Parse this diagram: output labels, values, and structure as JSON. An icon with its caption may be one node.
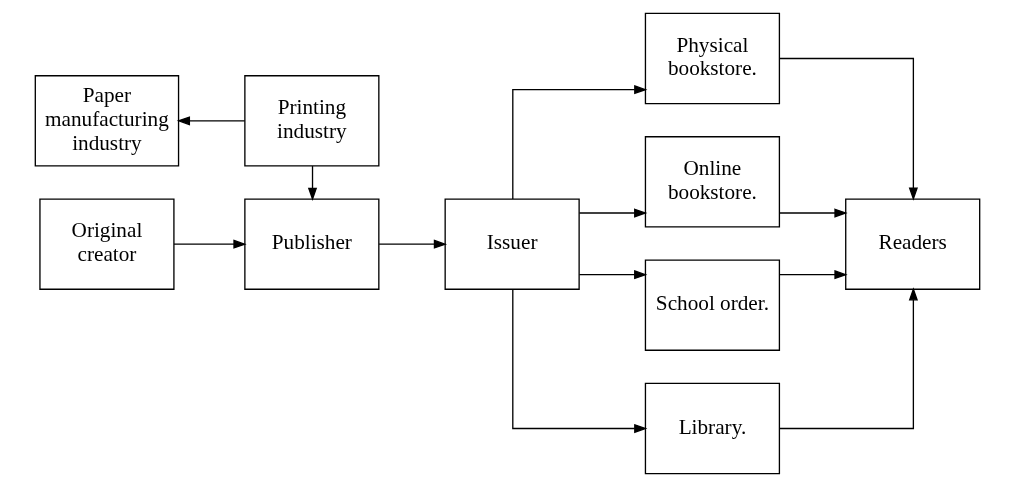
{
  "diagram": {
    "nodes": [
      {
        "text": [
          "Paper manufacturing industry"
        ]
      },
      {
        "text": [
          "Printing industry"
        ]
      },
      {
        "text": [
          "Original creator"
        ]
      },
      {
        "text": [
          "Publisher"
        ]
      },
      {
        "text": [
          "Issuer"
        ]
      },
      {
        "text": [
          "Physical bookstore."
        ]
      },
      {
        "text": [
          "Online bookstore."
        ]
      },
      {
        "text": [
          "School order."
        ]
      },
      {
        "text": [
          "Library."
        ]
      },
      {
        "text": [
          "Readers"
        ]
      }
    ],
    "edges": [
      {
        "from": 1,
        "to": 0,
        "arrow": "to"
      },
      {
        "from": 1,
        "to": 3,
        "arrow": "to"
      },
      {
        "from": 2,
        "to": 3,
        "arrow": "to"
      },
      {
        "from": 3,
        "to": 4,
        "arrow": "to"
      },
      {
        "from": 4,
        "to": 5,
        "arrow": "to"
      },
      {
        "from": 4,
        "to": 6,
        "arrow": "to"
      },
      {
        "from": 4,
        "to": 7,
        "arrow": "to"
      },
      {
        "from": 4,
        "to": 8,
        "arrow": "to"
      },
      {
        "from": 5,
        "to": 9,
        "arrow": "to"
      },
      {
        "from": 6,
        "to": 9,
        "arrow": "to"
      },
      {
        "from": 7,
        "to": 9,
        "arrow": "to"
      },
      {
        "from": 8,
        "to": 9,
        "arrow": "to"
      }
    ]
  }
}
